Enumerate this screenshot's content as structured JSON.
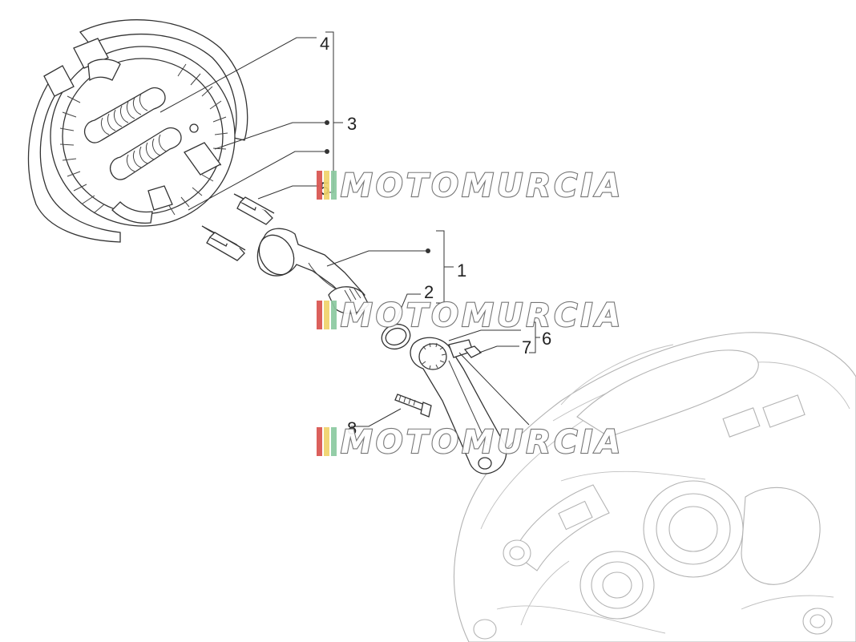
{
  "callouts": [
    {
      "id": "1",
      "label": "1"
    },
    {
      "id": "2",
      "label": "2"
    },
    {
      "id": "3",
      "label": "3"
    },
    {
      "id": "4",
      "label": "4"
    },
    {
      "id": "5",
      "label": "5"
    },
    {
      "id": "6",
      "label": "6"
    },
    {
      "id": "7",
      "label": "7"
    },
    {
      "id": "8",
      "label": "8"
    }
  ],
  "watermark": {
    "text": "MOTOMURCIA",
    "stripe_colors": [
      "#d9534f",
      "#f0d36b",
      "#8cc9a0"
    ]
  },
  "colors": {
    "line": "#333333",
    "housing": "#b3b3b3",
    "background": "#ffffff"
  }
}
